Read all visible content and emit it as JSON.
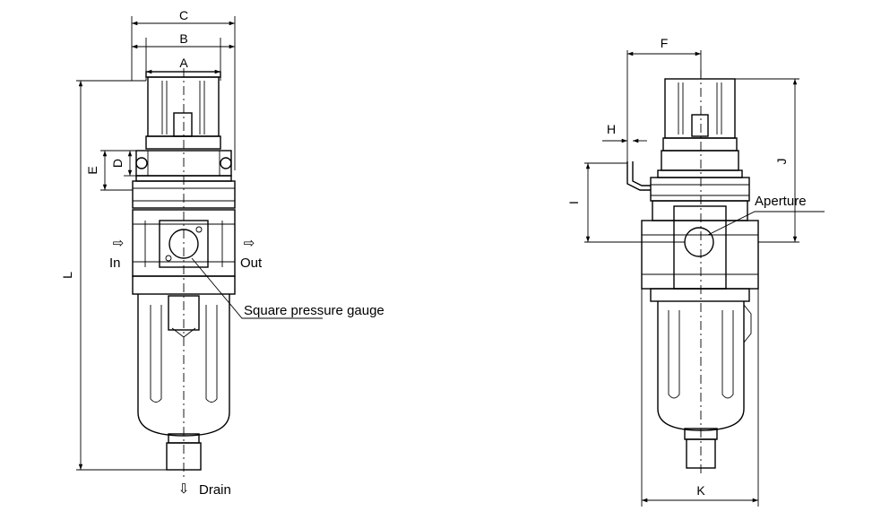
{
  "labels": {
    "in": "In",
    "out": "Out",
    "drain": "Drain",
    "square_pressure_gauge": "Square pressure gauge",
    "aperture": "Aperture"
  },
  "dimensions": {
    "A": "A",
    "B": "B",
    "C": "C",
    "D": "D",
    "E": "E",
    "F": "F",
    "H": "H",
    "I": "I",
    "J": "J",
    "K": "K",
    "L": "L"
  },
  "arrows": {
    "flow": "⇨",
    "drain": "⇩"
  }
}
